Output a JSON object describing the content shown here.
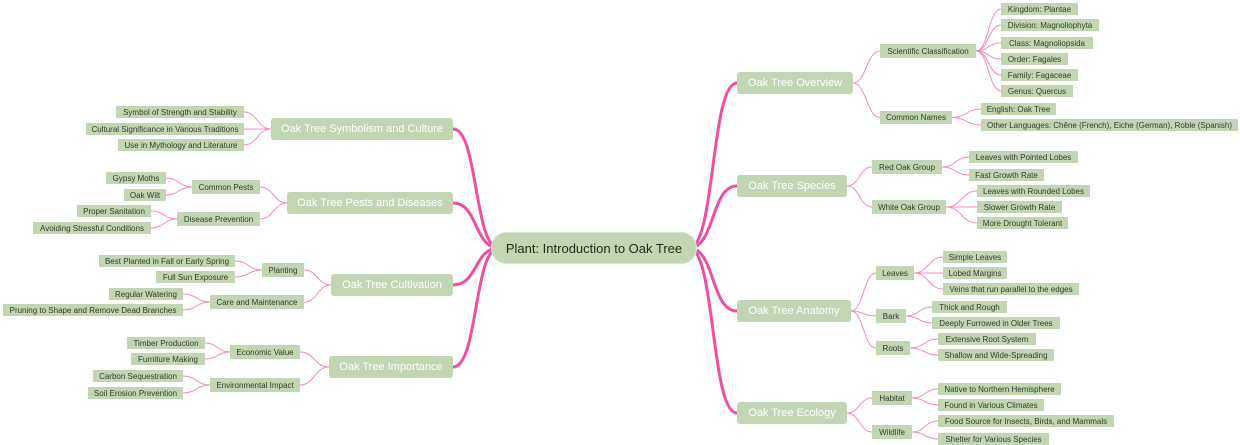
{
  "root": "Plant: Introduction to Oak Tree",
  "colors": {
    "node_fill": "#c2d6b3",
    "main_connector": "#ef4fa0",
    "sub_connector": "#f08cc0",
    "branch_text": "#ffffff"
  },
  "right": [
    {
      "label": "Oak Tree Overview",
      "children": [
        {
          "label": "Scientific Classification",
          "children": [
            "Kingdom: Plantae",
            "Division: Magnoliophyta",
            "Class: Magnoliopsida",
            "Order: Fagales",
            "Family: Fagaceae",
            "Genus: Quercus"
          ]
        },
        {
          "label": "Common Names",
          "children": [
            "English: Oak Tree",
            "Other Languages: Chêne (French), Eiche (German), Roble (Spanish)"
          ]
        }
      ]
    },
    {
      "label": "Oak Tree Species",
      "children": [
        {
          "label": "Red Oak Group",
          "children": [
            "Leaves with Pointed Lobes",
            "Fast Growth Rate"
          ]
        },
        {
          "label": "White Oak Group",
          "children": [
            "Leaves with Rounded Lobes",
            "Slower Growth Rate",
            "More Drought Tolerant"
          ]
        }
      ]
    },
    {
      "label": "Oak Tree Anatomy",
      "children": [
        {
          "label": "Leaves",
          "children": [
            "Simple Leaves",
            "Lobed Margins",
            "Veins that run parallel to the edges"
          ]
        },
        {
          "label": "Bark",
          "children": [
            "Thick and Rough",
            "Deeply Furrowed in Older Trees"
          ]
        },
        {
          "label": "Roots",
          "children": [
            "Extensive Root System",
            "Shallow and Wide-Spreading"
          ]
        }
      ]
    },
    {
      "label": "Oak Tree Ecology",
      "children": [
        {
          "label": "Habitat",
          "children": [
            "Native to Northern Hemisphere",
            "Found in Various Climates"
          ]
        },
        {
          "label": "Wildlife",
          "children": [
            "Food Source for Insects, Birds, and Mammals",
            "Shelter for Various Species"
          ]
        }
      ]
    }
  ],
  "left": [
    {
      "label": "Oak Tree Symbolism and Culture",
      "children": [
        "Symbol of Strength and Stability",
        "Cultural Significance in Various Traditions",
        "Use in Mythology and Literature"
      ]
    },
    {
      "label": "Oak Tree Pests and Diseases",
      "children": [
        {
          "label": "Common Pests",
          "children": [
            "Gypsy Moths",
            "Oak Wilt"
          ]
        },
        {
          "label": "Disease Prevention",
          "children": [
            "Proper Sanitation",
            "Avoiding Stressful Conditions"
          ]
        }
      ]
    },
    {
      "label": "Oak Tree Cultivation",
      "children": [
        {
          "label": "Planting",
          "children": [
            "Best Planted in Fall or Early Spring",
            "Full Sun Exposure"
          ]
        },
        {
          "label": "Care and Maintenance",
          "children": [
            "Regular Watering",
            "Pruning to Shape and Remove Dead Branches"
          ]
        }
      ]
    },
    {
      "label": "Oak Tree Importance",
      "children": [
        {
          "label": "Economic Value",
          "children": [
            "Timber Production",
            "Furniture Making"
          ]
        },
        {
          "label": "Environmental Impact",
          "children": [
            "Carbon Sequestration",
            "Soil Erosion Prevention"
          ]
        }
      ]
    }
  ]
}
